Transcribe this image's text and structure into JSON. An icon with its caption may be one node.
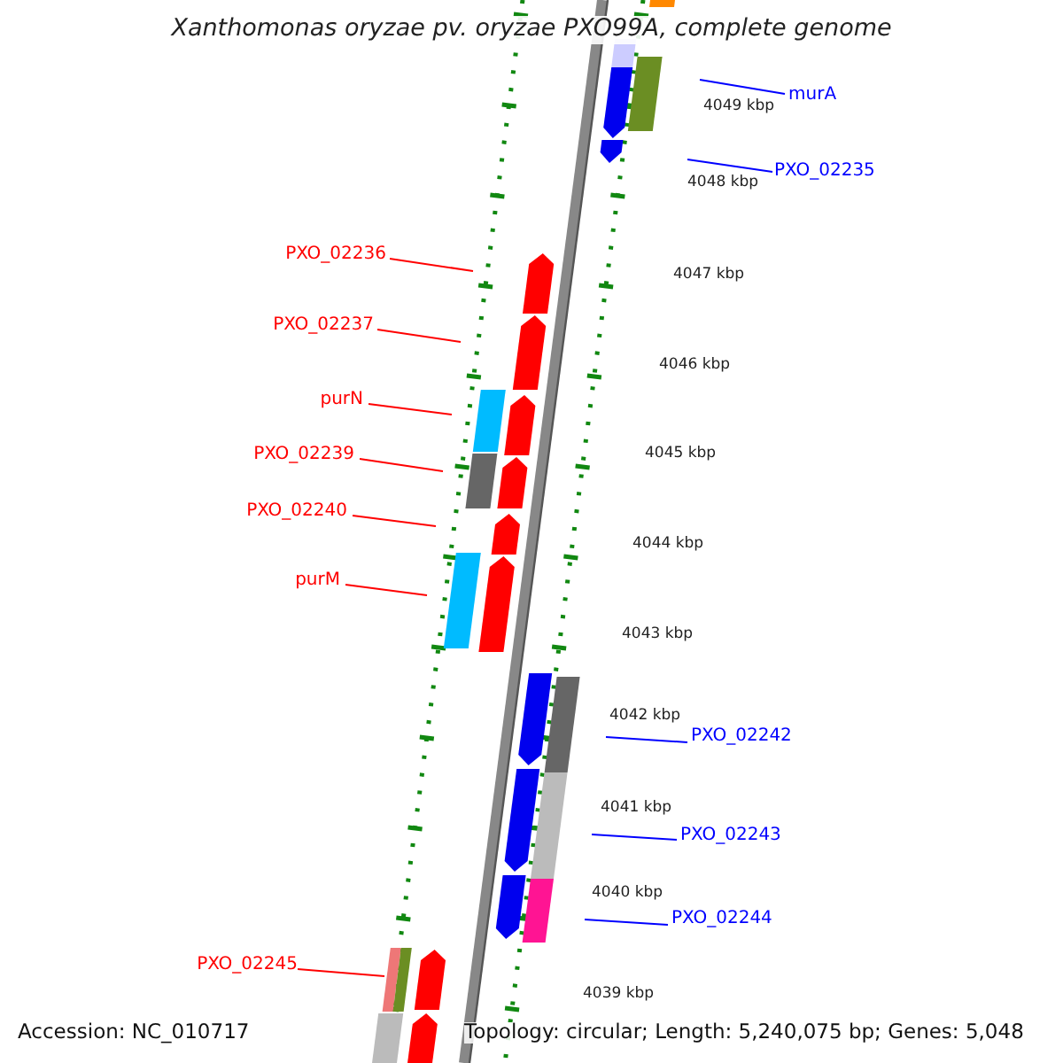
{
  "diagram": {
    "title": "Xanthomonas oryzae pv. oryzae PXO99A, complete genome",
    "nodes": [
      {
        "text": [
          "murA"
        ]
      },
      {
        "text": [
          "PXO_02235"
        ]
      },
      {
        "text": [
          "PXO_02236"
        ]
      },
      {
        "text": [
          "PXO_02237"
        ]
      },
      {
        "text": [
          "purN"
        ]
      },
      {
        "text": [
          "PXO_02239"
        ]
      },
      {
        "text": [
          "PXO_02240"
        ]
      },
      {
        "text": [
          "purM"
        ]
      },
      {
        "text": [
          "PXO_02242"
        ]
      },
      {
        "text": [
          "PXO_02243"
        ]
      },
      {
        "text": [
          "PXO_02244"
        ]
      },
      {
        "text": [
          "PXO_02245"
        ]
      }
    ],
    "edges": [
      {
        "from": 0,
        "to": null,
        "arrow": "none",
        "color": "#0000ff"
      },
      {
        "from": 1,
        "to": null,
        "arrow": "none",
        "color": "#0000ff"
      },
      {
        "from": 2,
        "to": null,
        "arrow": "none",
        "color": "#ff0000"
      },
      {
        "from": 3,
        "to": null,
        "arrow": "none",
        "color": "#ff0000"
      },
      {
        "from": 4,
        "to": null,
        "arrow": "none",
        "color": "#ff0000"
      },
      {
        "from": 5,
        "to": null,
        "arrow": "none",
        "color": "#ff0000"
      },
      {
        "from": 6,
        "to": null,
        "arrow": "none",
        "color": "#ff0000"
      },
      {
        "from": 7,
        "to": null,
        "arrow": "none",
        "color": "#ff0000"
      },
      {
        "from": 8,
        "to": null,
        "arrow": "none",
        "color": "#0000ff"
      },
      {
        "from": 9,
        "to": null,
        "arrow": "none",
        "color": "#0000ff"
      },
      {
        "from": 10,
        "to": null,
        "arrow": "none",
        "color": "#0000ff"
      },
      {
        "from": 11,
        "to": null,
        "arrow": "none",
        "color": "#ff0000"
      }
    ],
    "labels": [
      "4049 kbp",
      "4048 kbp",
      "4047 kbp",
      "4046 kbp",
      "4045 kbp",
      "4044 kbp",
      "4043 kbp",
      "4042 kbp",
      "4041 kbp",
      "4040 kbp",
      "4039 kbp",
      "Accession: NC_010717",
      "Topology: circular; Length: 5,240,075 bp; Genes: 5,048"
    ]
  }
}
